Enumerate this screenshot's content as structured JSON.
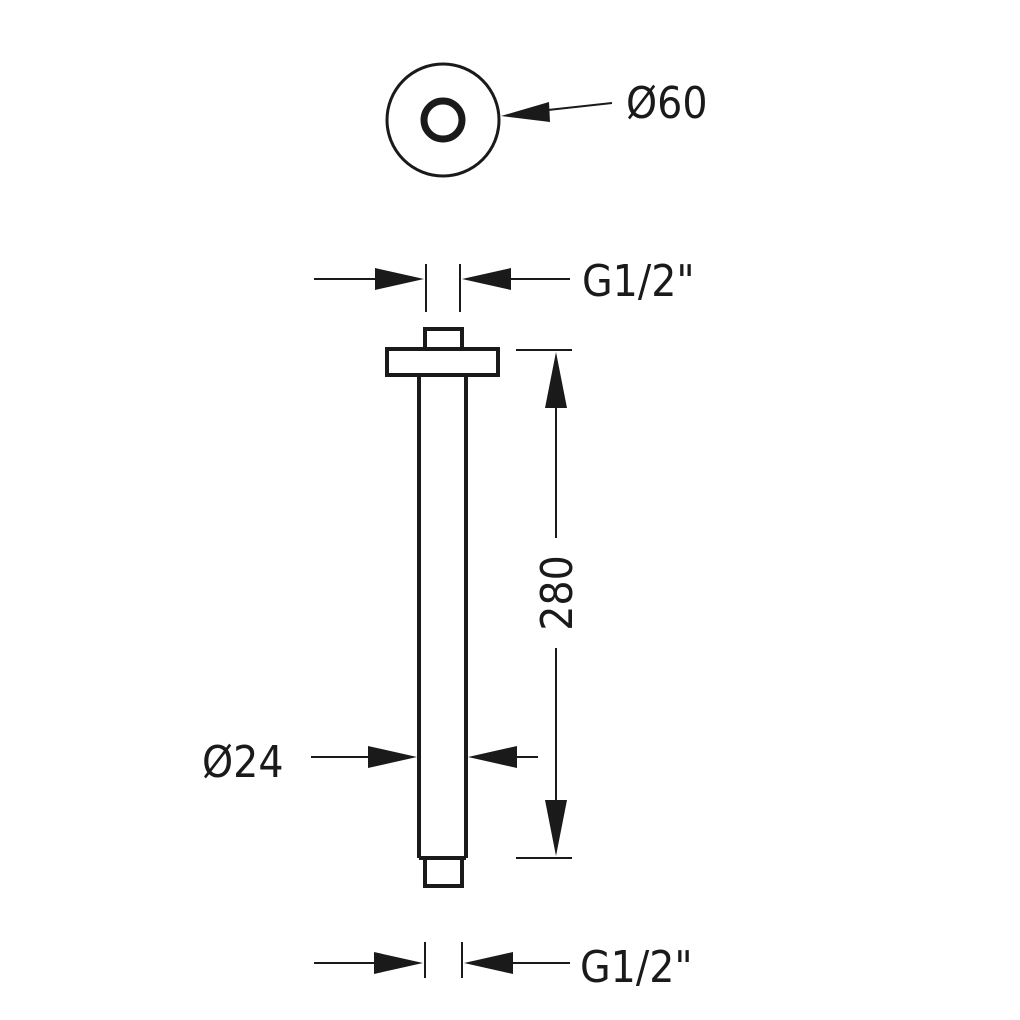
{
  "labels": {
    "flange_diameter": "Ø60",
    "top_thread": "G1/2\"",
    "arm_length": "280",
    "tube_diameter": "Ø24",
    "bottom_thread": "G1/2\""
  },
  "colors": {
    "ink": "#1a1a1a",
    "background": "#ffffff"
  }
}
